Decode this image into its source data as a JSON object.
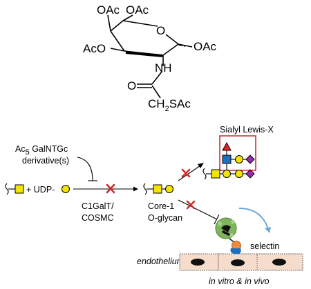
{
  "structure": {
    "oac_top_1": "OAc",
    "oac_top_2": "OAc",
    "ring_o": "O",
    "aco_left": "AcO",
    "oac_right": "OAc",
    "nh": "NH",
    "carbonyl_o": "O",
    "ch2sac_main": "CH",
    "ch2sac_sub": "2",
    "ch2sac_tail": "SAc"
  },
  "pathway": {
    "inhibitor_pre": "Ac",
    "inhibitor_sub": "5",
    "inhibitor_post": " GalNTGc",
    "inhibitor_line2": "derivative(s)",
    "substrate_plus_udp": "+ UDP-",
    "enzyme_line1": "C1GalT/",
    "enzyme_line2": "COSMC",
    "product_line1": "Core-1",
    "product_line2": "O-glycan",
    "sialyl_label": "Sialyl Lewis-X",
    "selectin_label": "selectin",
    "endothelium_label": "endothelium",
    "footer_label": "in vitro & in vivo"
  },
  "colors": {
    "galnac_square": "#f5e400",
    "galactose_circle": "#f5e400",
    "fucose_triangle": "#e8232a",
    "glcnac_square": "#1e6fc2",
    "sialic_diamond": "#9b2aa8",
    "inhibition_x": "#d42a2a",
    "box_outline": "#c0282c",
    "cell_fill": "#f6dccb",
    "nucleus": "#111111",
    "leukocyte": "#7fb55c",
    "selectin_ligand": "#f08a3c",
    "flow_arrow": "#6fa8d8"
  }
}
